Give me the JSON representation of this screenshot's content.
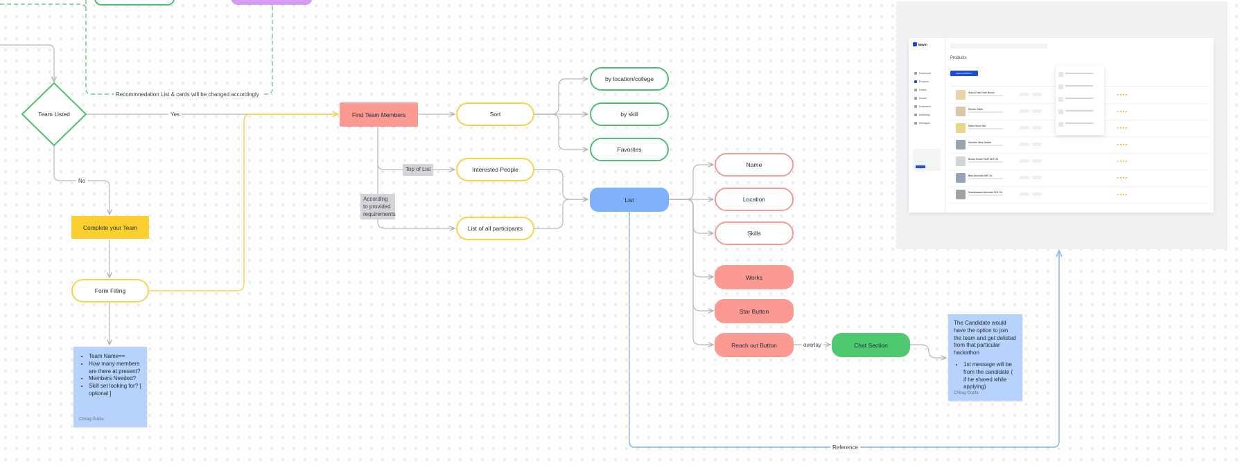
{
  "nodes": {
    "team_listed": "Team Listed",
    "complete_team": "Complete your Team",
    "form_filling": "Form Filling",
    "find_team_members": "Find Team Members",
    "sort": "Sort",
    "by_location": "by location/college",
    "by_skill": "by skill",
    "favorites": "Favorites",
    "interested_people": "Interested People",
    "all_participants": "List of all participants",
    "list": "List",
    "name": "Name",
    "location": "Location",
    "skills": "Skills",
    "works": "Works",
    "star_button": "Star Button",
    "reach_out": "Reach out Button",
    "chat_section": "Chat Section"
  },
  "edge_labels": {
    "yes": "Yes",
    "no": "No",
    "overlay": "overlay",
    "reference": "Reference",
    "recommendation": "Recommnedation List & cards will be changed accordingly"
  },
  "tags": {
    "top_of_list": "Top of List",
    "according": "According to provided requirements"
  },
  "notes": {
    "form": {
      "items": [
        "Team Name==",
        "How many members are there at present?",
        "Members Needed?",
        "Skill set looking for? [ optional ]"
      ],
      "author": "Chirag Gupta"
    },
    "candidate": {
      "paragraph": "The Candidate would have the option to join the team and get delisted from that particular hackathon",
      "items": [
        "1st message will be from the candidate  ( if he shared while applying)"
      ],
      "author": "Chirag Gupta"
    }
  },
  "mockup": {
    "logo": "Mavin",
    "title": "Products",
    "add_button": "NEW PRODUCT",
    "nav": [
      "Dashboard",
      "Products",
      "Orders",
      "Invoice",
      "Customers",
      "Marketing",
      "Messages"
    ],
    "rows": [
      "Wood Chair Dark Brown",
      "Kitchen Table",
      "Malm Decor Set",
      "Wooden Wine Holder",
      "Brown Dowel Chair SDF-26",
      "Blue Armchair ASF-26",
      "Scandinavian Armchair SDF-26"
    ]
  },
  "colors": {
    "green": "#4cc06f",
    "yellow": "#f7d34a",
    "red": "#fb9a93",
    "blue": "#7fb2fa",
    "note_blue": "#b7d2fb",
    "gray_line": "#b8b8b8"
  }
}
